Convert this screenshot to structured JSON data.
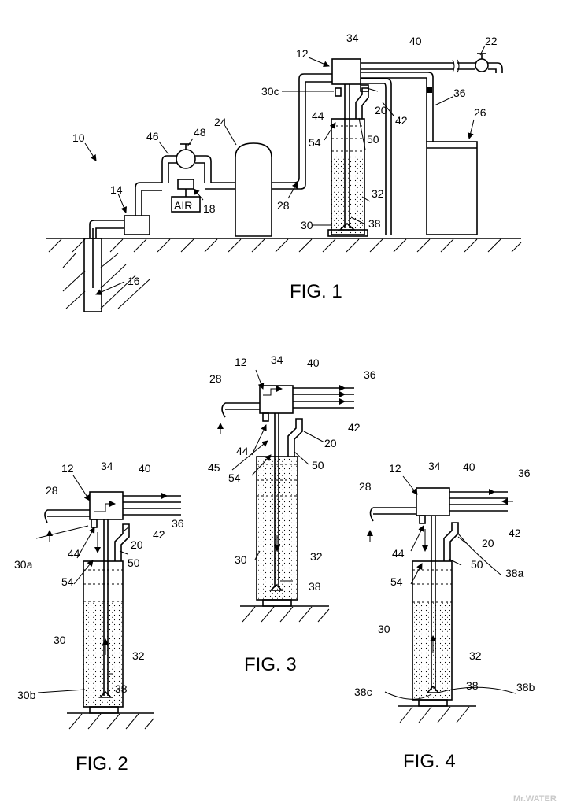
{
  "figures": [
    {
      "caption": "FIG. 1"
    },
    {
      "caption": "FIG. 2"
    },
    {
      "caption": "FIG. 3"
    },
    {
      "caption": "FIG. 4"
    }
  ],
  "fig1": {
    "air_label": "AIR",
    "labels": [
      "10",
      "14",
      "16",
      "46",
      "48",
      "18",
      "24",
      "28",
      "12",
      "34",
      "40",
      "22",
      "30c",
      "44",
      "20",
      "42",
      "36",
      "26",
      "54",
      "50",
      "32",
      "30",
      "38"
    ]
  },
  "fig2": {
    "labels": [
      "12",
      "34",
      "40",
      "28",
      "36",
      "30a",
      "44",
      "42",
      "20",
      "50",
      "54",
      "30",
      "32",
      "30b",
      "38"
    ]
  },
  "fig3": {
    "labels": [
      "12",
      "34",
      "40",
      "28",
      "36",
      "42",
      "20",
      "44",
      "45",
      "50",
      "54",
      "30",
      "32",
      "38"
    ]
  },
  "fig4": {
    "labels": [
      "12",
      "34",
      "40",
      "36",
      "28",
      "42",
      "20",
      "44",
      "50",
      "38a",
      "54",
      "30",
      "32",
      "38",
      "38c",
      "38b"
    ]
  },
  "watermark": "Mr.WATER"
}
